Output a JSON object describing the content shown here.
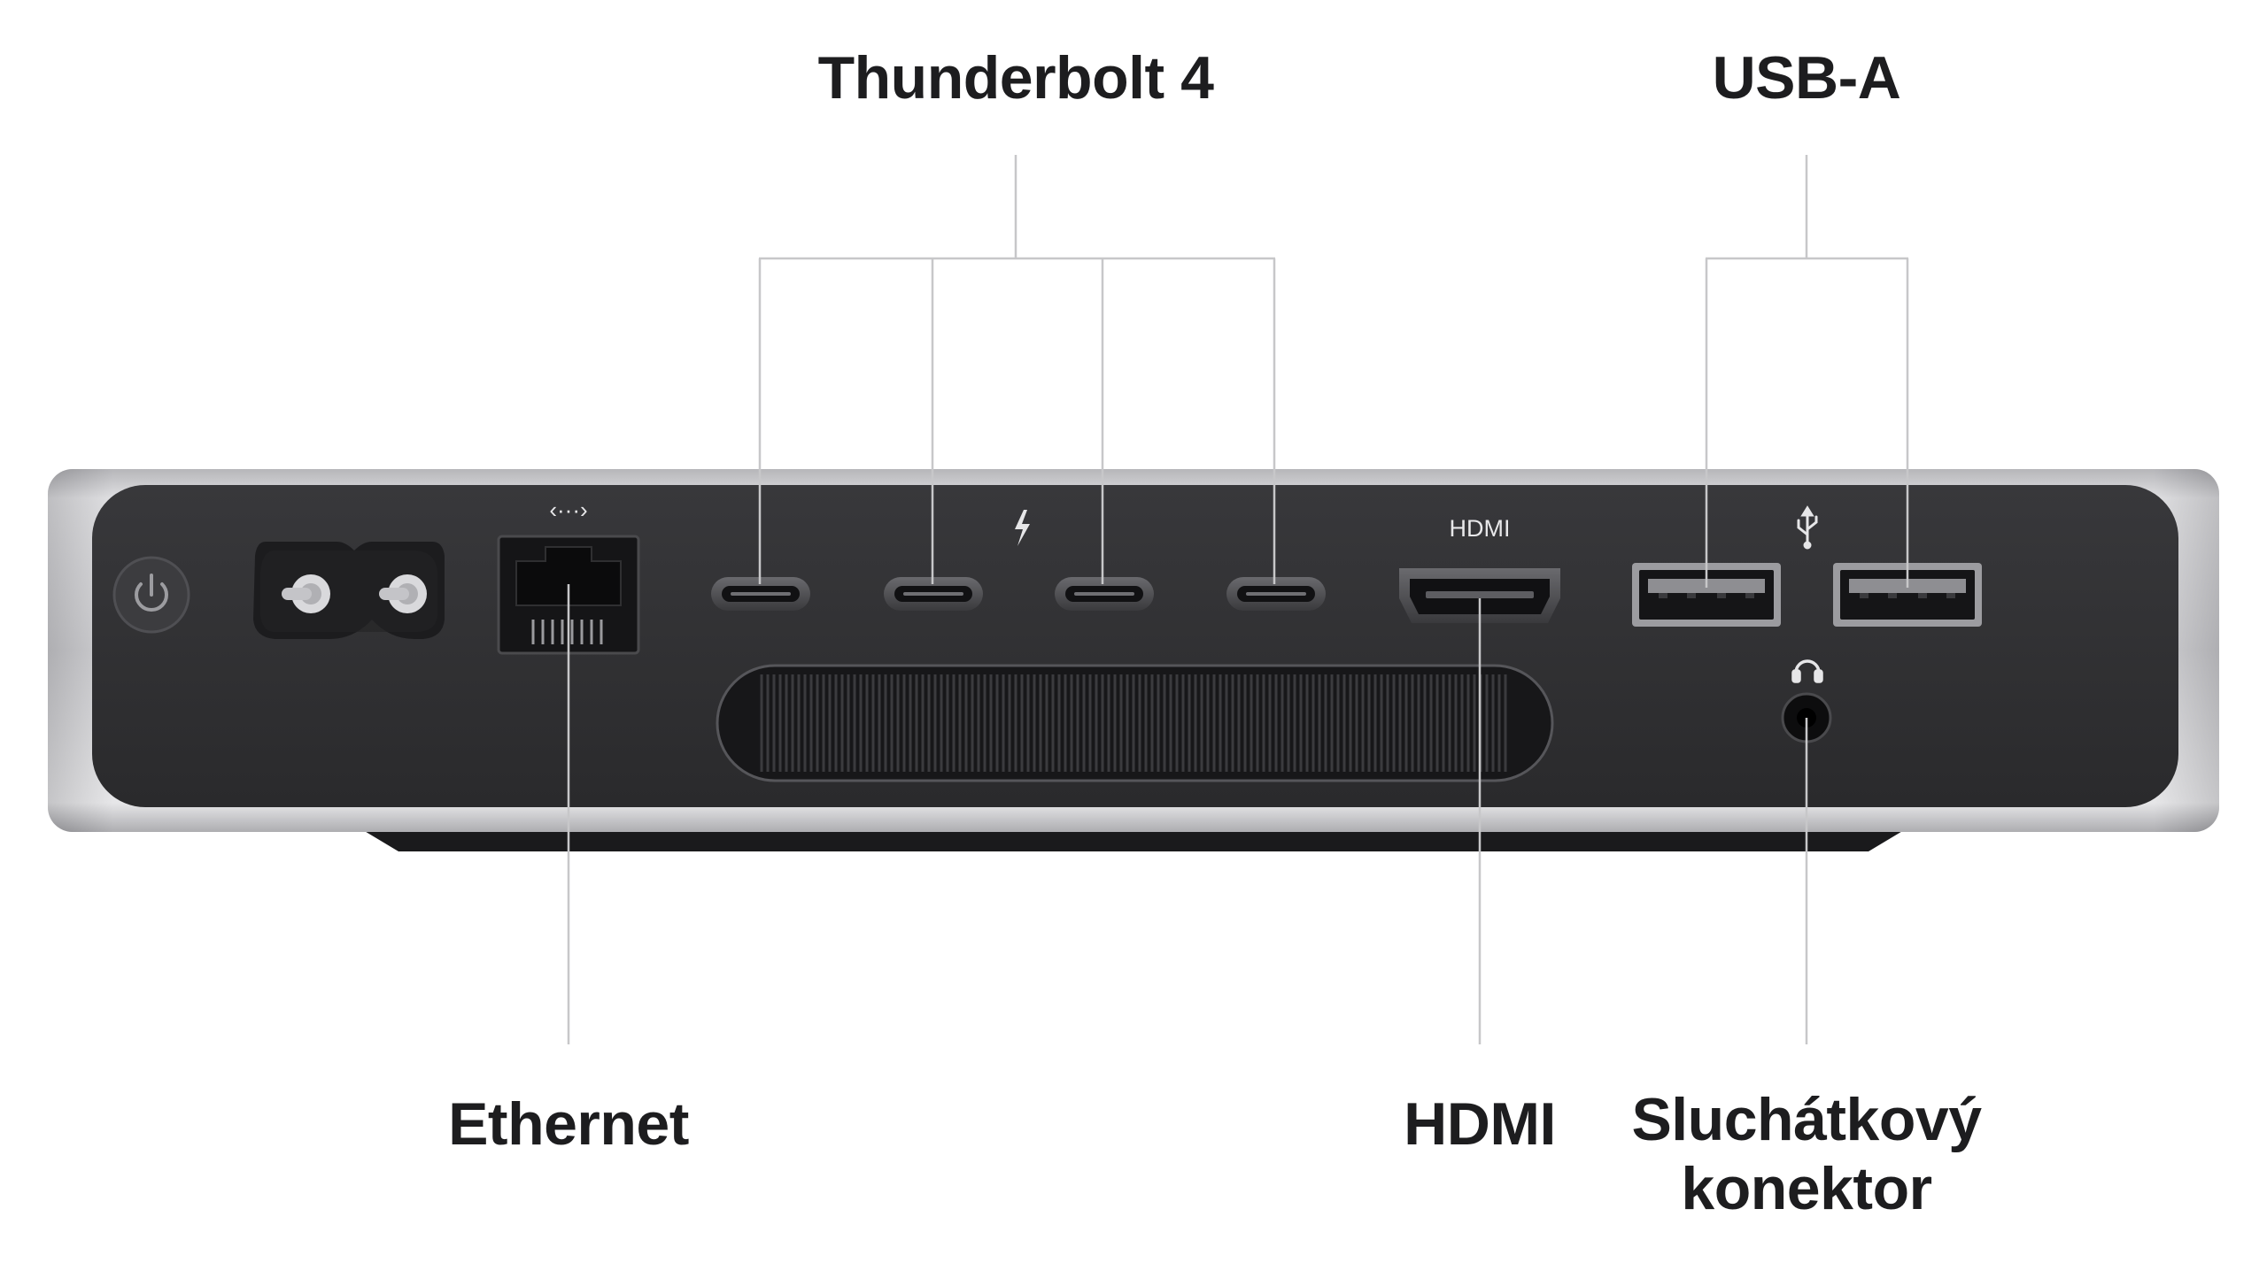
{
  "labels": {
    "thunderbolt": "Thunderbolt 4",
    "usb_a": "USB-A",
    "ethernet": "Ethernet",
    "hdmi": "HDMI",
    "headphone_line1": "Sluchátkový",
    "headphone_line2": "konektor"
  },
  "port_markings": {
    "hdmi": "HDMI",
    "ethernet_symbol": "‹···›"
  },
  "icons": {
    "power": "power-icon",
    "thunderbolt": "thunderbolt-bolt-icon",
    "usb": "usb-trident-icon",
    "headphones": "headphones-icon",
    "ethernet": "ethernet-arrows-icon"
  },
  "colors": {
    "chassis_silver": "#d9d9dc",
    "panel_dark": "#2f2f31",
    "leader_line": "#c7c7c9",
    "label_text": "#1d1d1f"
  }
}
